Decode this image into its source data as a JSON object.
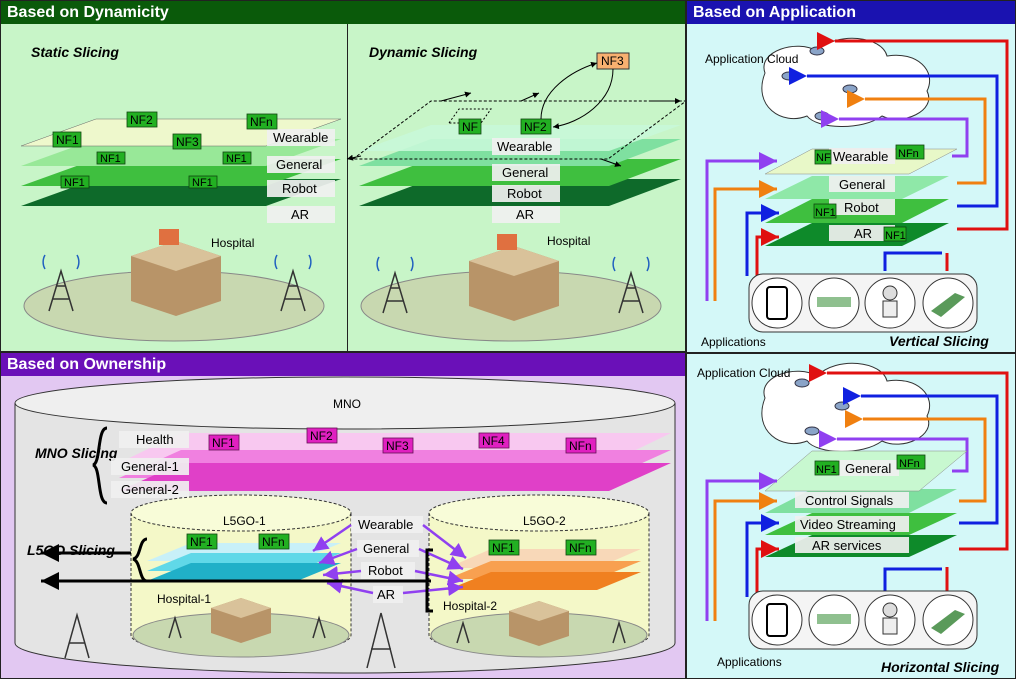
{
  "panels": {
    "dynamicity": {
      "title": "Based on Dynamicity",
      "static": {
        "title": "Static Slicing",
        "nf_top": [
          "NF2",
          "NF1",
          "NF3",
          "NFn"
        ],
        "nf_low": [
          "NF1",
          "NF1",
          "NF1",
          "NF1"
        ],
        "slices": [
          "Wearable",
          "General",
          "Robot",
          "AR"
        ],
        "site": "Hospital"
      },
      "dynamic": {
        "title": "Dynamic Slicing",
        "nf_top": [
          "NF",
          "NF2",
          "NF3"
        ],
        "slices": [
          "Wearable",
          "General",
          "Robot",
          "AR"
        ],
        "site": "Hospital"
      }
    },
    "application": {
      "title": "Based on Application",
      "vertical": {
        "cloud": "Application Cloud",
        "nfs": [
          "NF",
          "NFn",
          "NF1",
          "NF1"
        ],
        "slices": [
          "Wearable",
          "General",
          "Robot",
          "AR"
        ],
        "apps_label": "Applications",
        "title": "Vertical Slicing"
      },
      "horizontal": {
        "cloud": "Application Cloud",
        "nfs": [
          "NF1",
          "NFn"
        ],
        "slices": [
          "General",
          "Control Signals",
          "Video Streaming",
          "AR services"
        ],
        "apps_label": "Applications",
        "title": "Horizontal Slicing"
      }
    },
    "ownership": {
      "title": "Based on Ownership",
      "mno": "MNO",
      "mno_slicing": "MNO Slicing",
      "mno_slices": [
        "Health",
        "General-1",
        "General-2"
      ],
      "mno_nfs": [
        "NF1",
        "NF2",
        "NF3",
        "NF4",
        "NFn"
      ],
      "l5go1": "L5GO-1",
      "l5go2": "L5GO-2",
      "l5go_slicing": "L5GO Slicing",
      "l5go_nfs": [
        "NF1",
        "NFn",
        "NF1",
        "NFn"
      ],
      "l5go_slices": [
        "Wearable",
        "General",
        "Robot",
        "AR"
      ],
      "hospital1": "Hospital-1",
      "hospital2": "Hospital-2"
    }
  },
  "colors": {
    "header_green": "#0a5a0a",
    "header_blue": "#1a12b0",
    "header_purple": "#6a10b8",
    "bg_green": "#c8f5c8",
    "bg_cyan": "#d4f8f8",
    "bg_lavender": "#e2c8f2"
  }
}
